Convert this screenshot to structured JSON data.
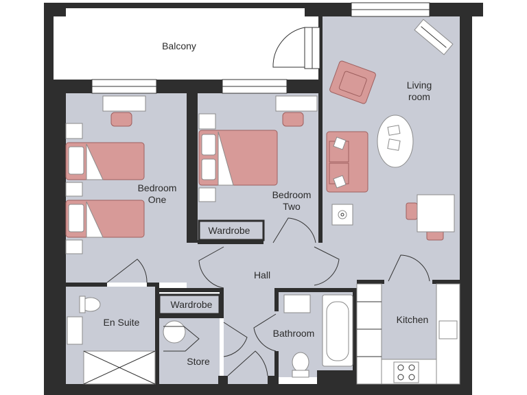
{
  "rooms": {
    "balcony": "Balcony",
    "living_room_line1": "Living",
    "living_room_line2": "room",
    "bedroom_one_line1": "Bedroom",
    "bedroom_one_line2": "One",
    "bedroom_two_line1": "Bedroom",
    "bedroom_two_line2": "Two",
    "wardrobe_top": "Wardrobe",
    "wardrobe_bottom": "Wardrobe",
    "hall": "Hall",
    "en_suite": "En Suite",
    "bathroom": "Bathroom",
    "kitchen": "Kitchen",
    "store": "Store"
  },
  "colors": {
    "wall": "#2e2e2e",
    "floor": "#c9ccd6",
    "furniture": "#d79a98"
  }
}
